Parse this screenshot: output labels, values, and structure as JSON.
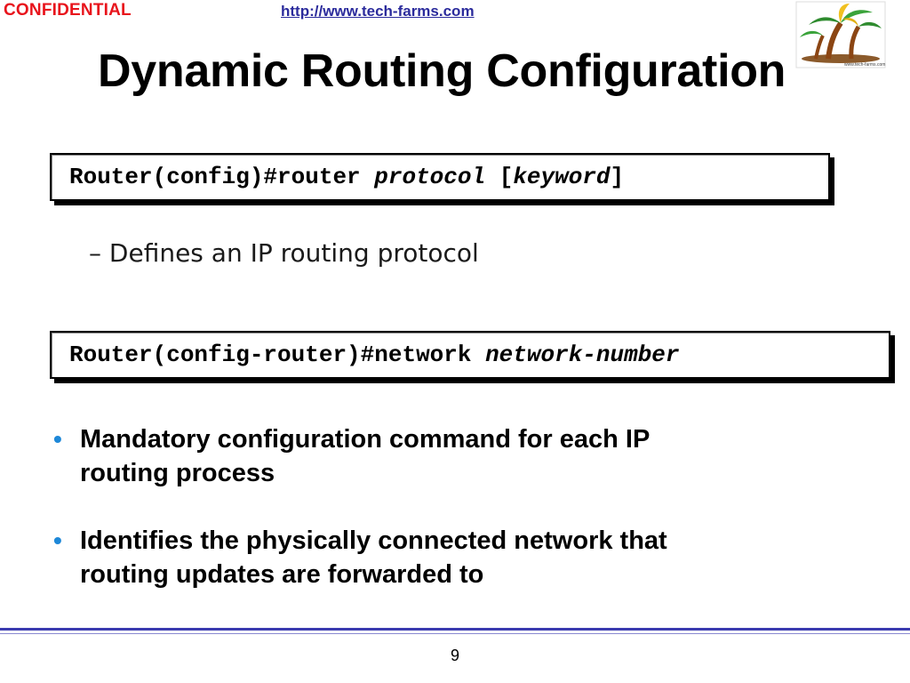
{
  "header": {
    "confidential": "CONFIDENTIAL",
    "url": "http://www.tech-farms.com",
    "logo_caption": "www.tech-farms.com"
  },
  "title": "Dynamic Routing Configuration",
  "command1": {
    "prefix": "Router(config)#router ",
    "arg1": "protocol",
    "open_bracket": " [",
    "arg2": "keyword",
    "close_bracket": "]"
  },
  "command1_desc": "– Defines an IP routing protocol",
  "command2": {
    "prefix": "Router(config-router)#network ",
    "arg": "network-number"
  },
  "bullets": [
    {
      "text": "Mandatory configuration command for each IP routing process"
    },
    {
      "text": "Identifies the physically connected network that routing updates are forwarded to"
    }
  ],
  "footer": {
    "page_number": "9"
  },
  "colors": {
    "confidential": "#e8141c",
    "url": "#2b2b9c",
    "bullet": "#1e88d8",
    "footer_rule": "#3b3bb0"
  }
}
